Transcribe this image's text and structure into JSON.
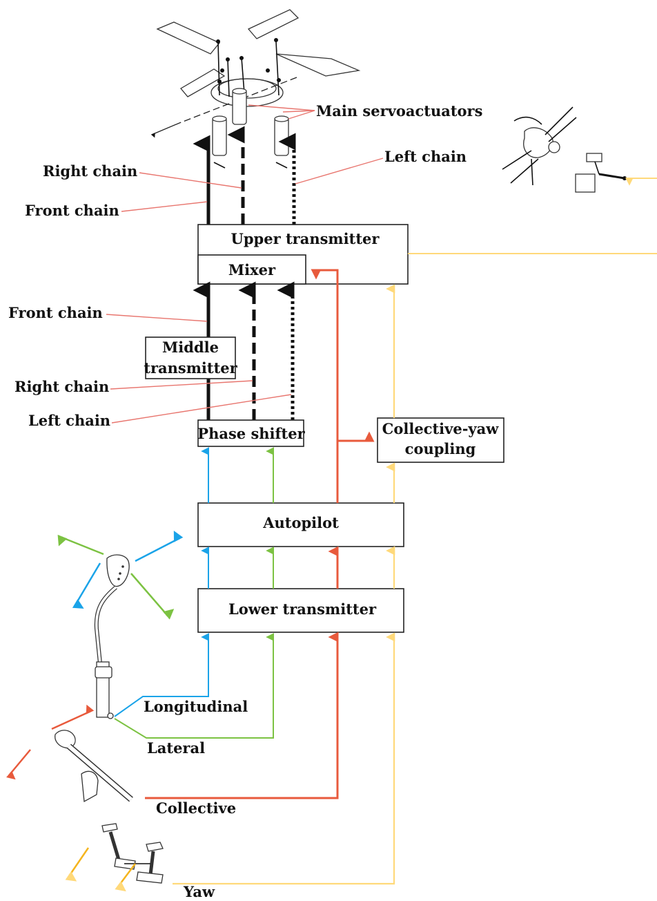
{
  "labels": {
    "main_servoactuators": "Main servoactuators",
    "right_chain_top": "Right chain",
    "front_chain_top": "Front chain",
    "left_chain_top": "Left chain",
    "front_chain_mid": "Front chain",
    "right_chain_mid": "Right chain",
    "left_chain_mid": "Left chain",
    "longitudinal": "Longitudinal",
    "lateral": "Lateral",
    "collective": "Collective",
    "yaw": "Yaw"
  },
  "boxes": {
    "upper_transmitter": "Upper transmitter",
    "mixer": "Mixer",
    "middle_transmitter_1": "Middle",
    "middle_transmitter_2": "transmitter",
    "phase_shifter": "Phase shifter",
    "collective_yaw_1": "Collective-yaw",
    "collective_yaw_2": "coupling",
    "autopilot": "Autopilot",
    "lower_transmitter": "Lower transmitter"
  },
  "colors": {
    "longitudinal": "#1aa3e8",
    "lateral": "#7cc242",
    "collective": "#e85a3c",
    "yaw": "#ffd97a",
    "leader": "#e8756e",
    "yaw_arrows": "#f5b51e"
  },
  "icons": [
    "rotor-blades-icon",
    "servoactuator-icon",
    "cyclic-stick-icon",
    "collective-lever-icon",
    "yaw-pedals-icon",
    "engine-control-icon"
  ]
}
